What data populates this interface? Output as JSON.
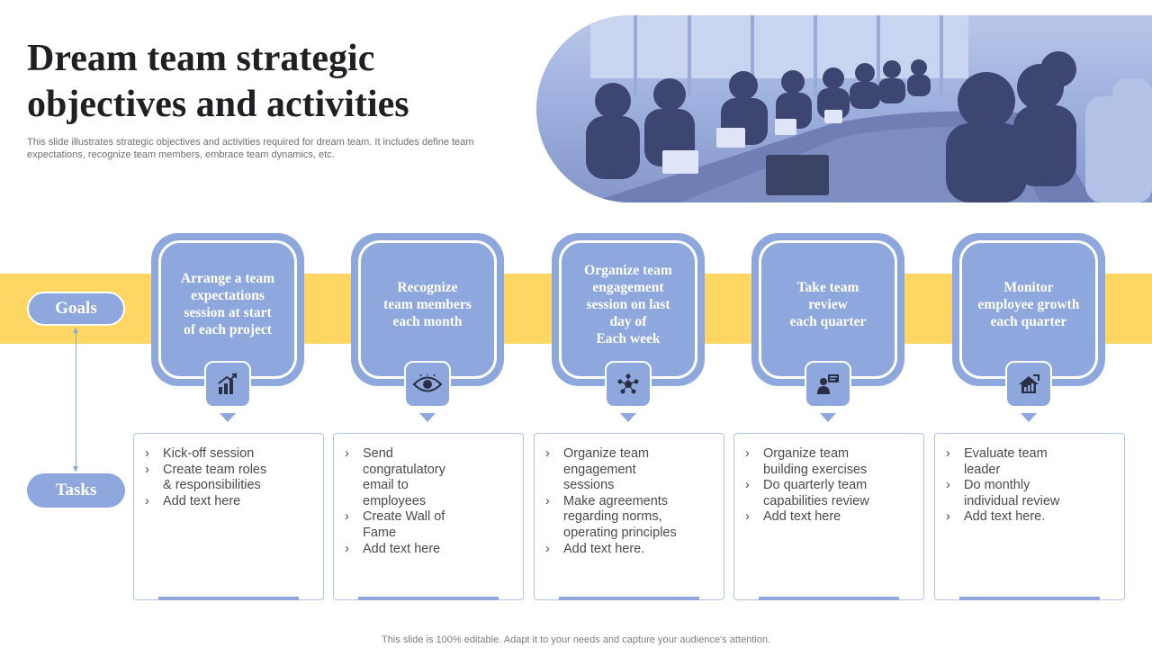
{
  "header": {
    "title": "Dream team strategic\nobjectives and activities",
    "subtitle": "This slide illustrates strategic objectives and activities required for dream team. It includes define team expectations, recognize team members, embrace team dynamics, etc."
  },
  "labels": {
    "goals": "Goals",
    "tasks": "Tasks"
  },
  "colors": {
    "accent": "#8ea7dc",
    "band": "#fdd664",
    "title": "#1f2023"
  },
  "columns": [
    {
      "goal": "Arrange a team\nexpectations\nsession at start\nof each project",
      "icon": "growth-chart-icon",
      "tasks": [
        "Kick-off session",
        "Create team roles\n& responsibilities",
        "Add text here"
      ]
    },
    {
      "goal": "Recognize\nteam members\neach month",
      "icon": "eye-icon",
      "tasks": [
        "Send\ncongratulatory\nemail to\nemployees",
        "Create Wall of\nFame",
        "Add text here"
      ]
    },
    {
      "goal": "Organize team\nengagement\nsession on last\nday of\nEach week",
      "icon": "team-network-icon",
      "tasks": [
        "Organize team\nengagement\nsessions",
        "Make agreements\nregarding norms,\noperating principles",
        "Add text here."
      ]
    },
    {
      "goal": "Take team\nreview\neach quarter",
      "icon": "presenter-icon",
      "tasks": [
        "Organize team\nbuilding exercises",
        "Do quarterly team\ncapabilities review",
        "Add text here"
      ]
    },
    {
      "goal": "Monitor\nemployee growth\neach quarter",
      "icon": "growth-house-icon",
      "tasks": [
        "Evaluate team\nleader",
        "Do monthly\nindividual review",
        "Add text here."
      ]
    }
  ],
  "footer": {
    "text": "This slide is 100% editable. Adapt it to your needs and capture your audience's attention."
  }
}
